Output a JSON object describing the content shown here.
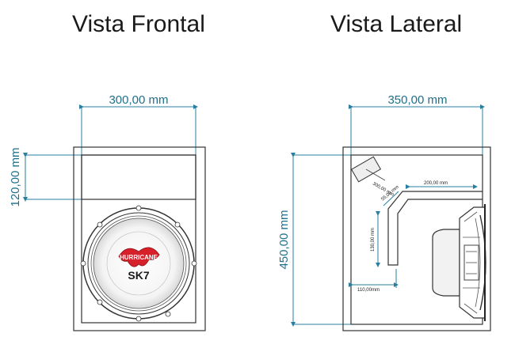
{
  "titles": {
    "front": "Vista Frontal",
    "side": "Vista Lateral"
  },
  "front": {
    "width_label": "300,00 mm",
    "port_height_label": "120,00 mm",
    "logo_top": "HURRICANE",
    "logo_bottom": "SK7"
  },
  "side": {
    "width_label": "350,00 mm",
    "height_label": "450,00 mm",
    "port_dims": {
      "d1": "300,00 mm",
      "d2": "55,00 mm",
      "d3": "200,00 mm",
      "d4": "130,00 mm",
      "d5": "110,00mm"
    }
  },
  "colors": {
    "dimension": "#1f6f8b",
    "outline": "#333333",
    "logo_red": "#d6202a"
  }
}
